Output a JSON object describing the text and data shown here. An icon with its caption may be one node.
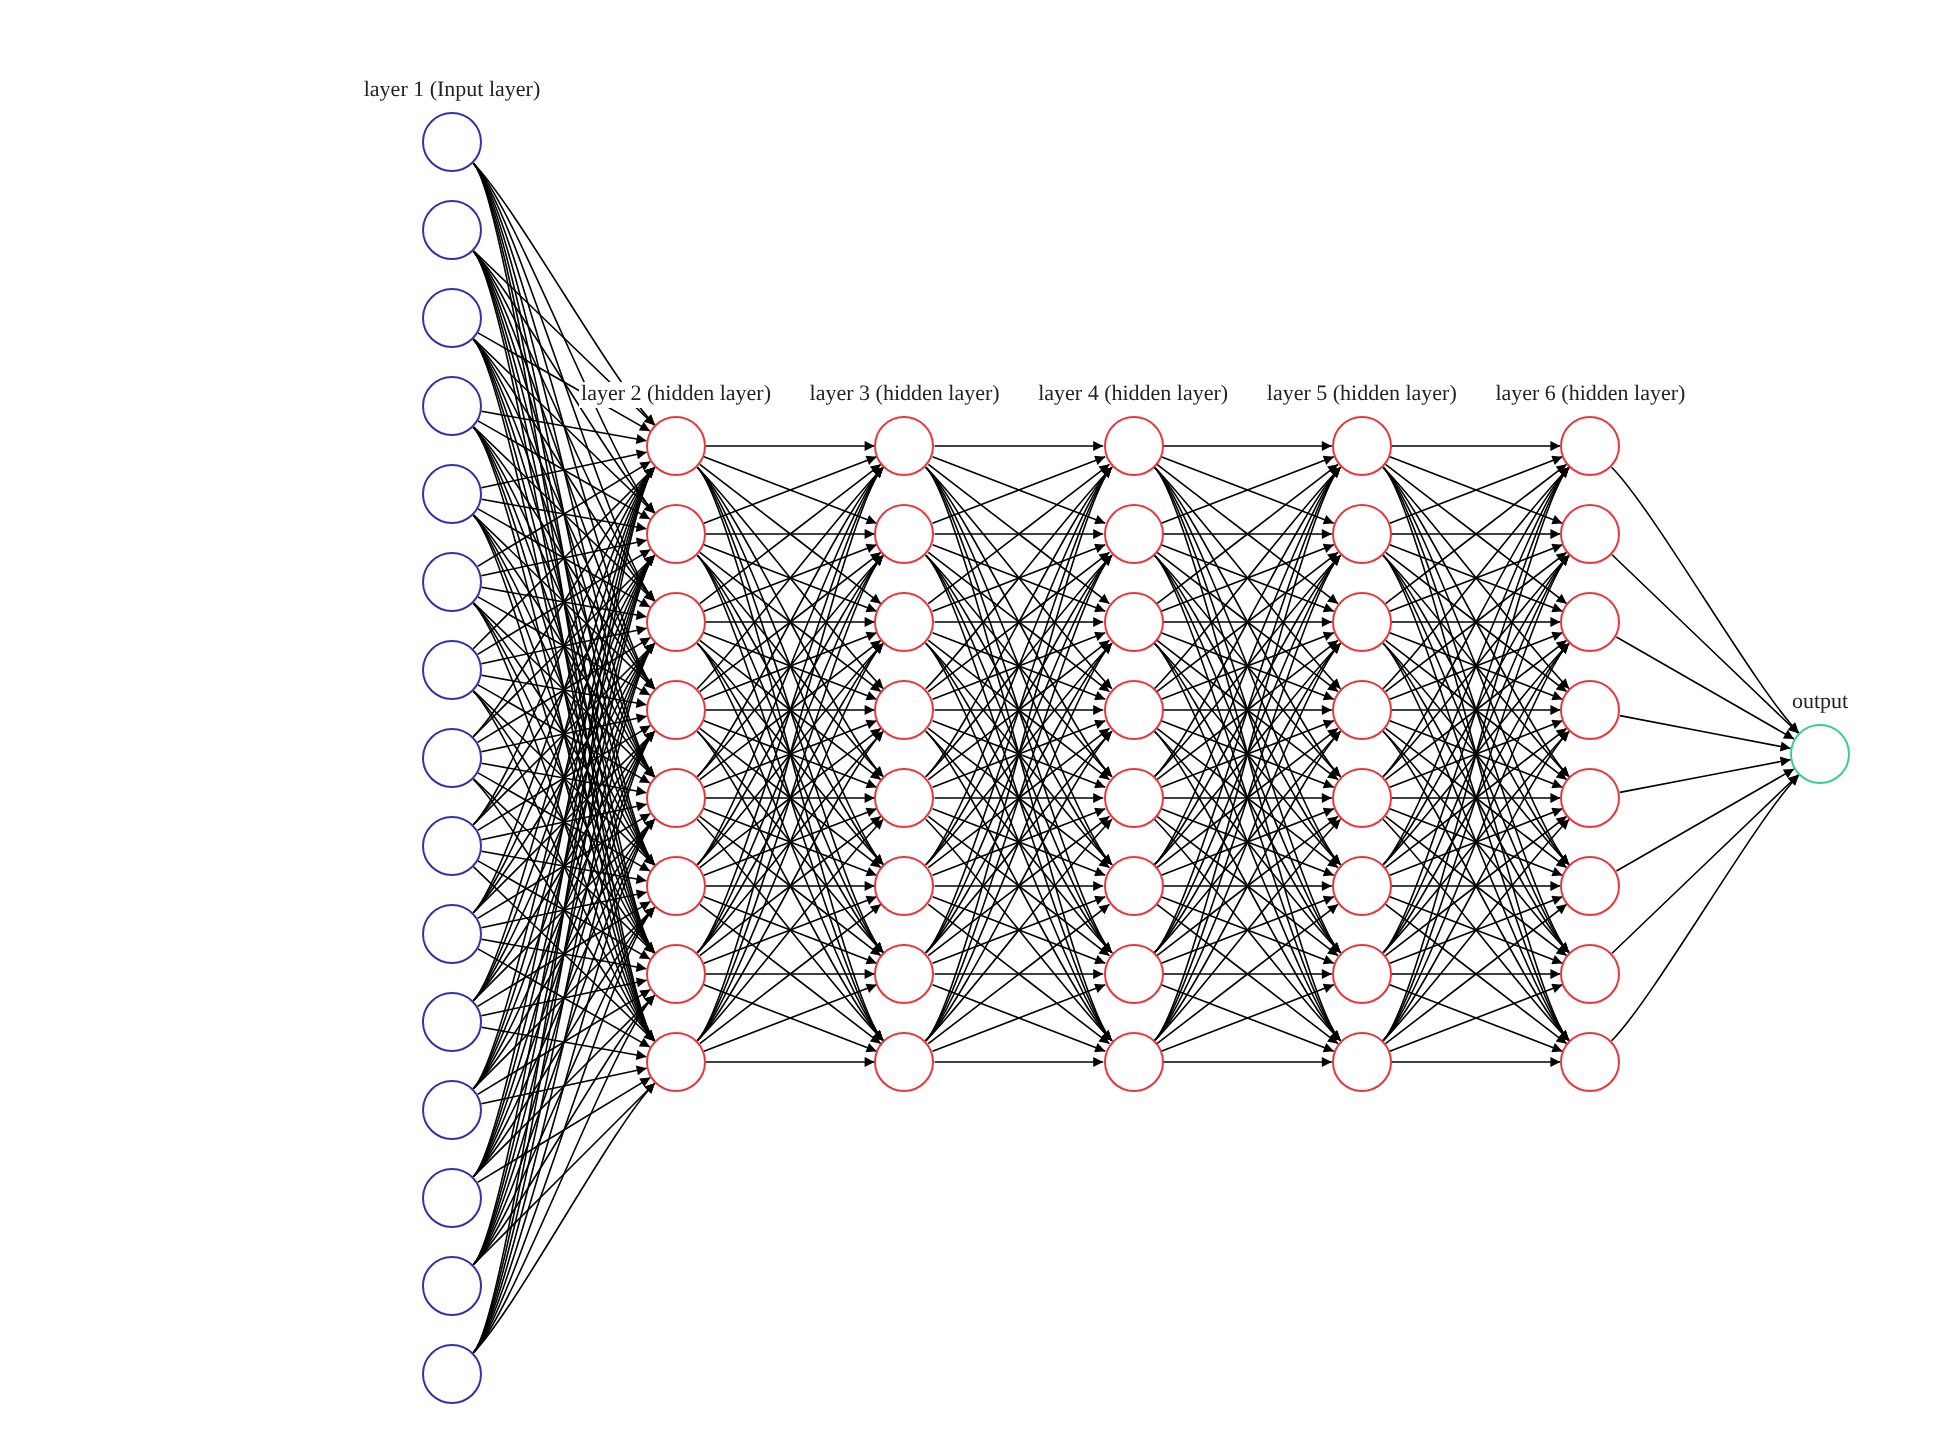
{
  "diagram": {
    "nodes": [
      {
        "text": [],
        "shape": "circle",
        "beside": [
          "layer 1 (Input layer)"
        ]
      },
      {
        "text": [],
        "shape": "circle"
      },
      {
        "text": [],
        "shape": "circle"
      },
      {
        "text": [],
        "shape": "circle"
      },
      {
        "text": [],
        "shape": "circle"
      },
      {
        "text": [],
        "shape": "circle"
      },
      {
        "text": [],
        "shape": "circle"
      },
      {
        "text": [],
        "shape": "circle"
      },
      {
        "text": [],
        "shape": "circle"
      },
      {
        "text": [],
        "shape": "circle"
      },
      {
        "text": [],
        "shape": "circle"
      },
      {
        "text": [],
        "shape": "circle"
      },
      {
        "text": [],
        "shape": "circle"
      },
      {
        "text": [],
        "shape": "circle"
      },
      {
        "text": [],
        "shape": "circle"
      },
      {
        "text": [],
        "shape": "circle",
        "beside": [
          "layer 2 (hidden layer)"
        ]
      },
      {
        "text": [],
        "shape": "circle"
      },
      {
        "text": [],
        "shape": "circle"
      },
      {
        "text": [],
        "shape": "circle"
      },
      {
        "text": [],
        "shape": "circle"
      },
      {
        "text": [],
        "shape": "circle"
      },
      {
        "text": [],
        "shape": "circle"
      },
      {
        "text": [],
        "shape": "circle"
      },
      {
        "text": [],
        "shape": "circle",
        "beside": [
          "layer 3 (hidden layer)"
        ]
      },
      {
        "text": [],
        "shape": "circle"
      },
      {
        "text": [],
        "shape": "circle"
      },
      {
        "text": [],
        "shape": "circle"
      },
      {
        "text": [],
        "shape": "circle"
      },
      {
        "text": [],
        "shape": "circle"
      },
      {
        "text": [],
        "shape": "circle"
      },
      {
        "text": [],
        "shape": "circle"
      },
      {
        "text": [],
        "shape": "circle",
        "beside": [
          "layer 4 (hidden layer)"
        ]
      },
      {
        "text": [],
        "shape": "circle"
      },
      {
        "text": [],
        "shape": "circle"
      },
      {
        "text": [],
        "shape": "circle"
      },
      {
        "text": [],
        "shape": "circle"
      },
      {
        "text": [],
        "shape": "circle"
      },
      {
        "text": [],
        "shape": "circle"
      },
      {
        "text": [],
        "shape": "circle"
      },
      {
        "text": [],
        "shape": "circle",
        "beside": [
          "layer 5 (hidden layer)"
        ]
      },
      {
        "text": [],
        "shape": "circle"
      },
      {
        "text": [],
        "shape": "circle"
      },
      {
        "text": [],
        "shape": "circle"
      },
      {
        "text": [],
        "shape": "circle"
      },
      {
        "text": [],
        "shape": "circle"
      },
      {
        "text": [],
        "shape": "circle"
      },
      {
        "text": [],
        "shape": "circle"
      },
      {
        "text": [],
        "shape": "circle",
        "beside": [
          "layer 6 (hidden layer)"
        ]
      },
      {
        "text": [],
        "shape": "circle"
      },
      {
        "text": [],
        "shape": "circle"
      },
      {
        "text": [],
        "shape": "circle"
      },
      {
        "text": [],
        "shape": "circle"
      },
      {
        "text": [],
        "shape": "circle"
      },
      {
        "text": [],
        "shape": "circle"
      },
      {
        "text": [],
        "shape": "circle"
      },
      {
        "text": [],
        "shape": "circle",
        "beside": [
          "output"
        ]
      }
    ],
    "edges": [
      {
        "from": 0,
        "to": 15,
        "arrow": "to"
      },
      {
        "from": 0,
        "to": 16,
        "arrow": "to"
      },
      {
        "from": 0,
        "to": 17,
        "arrow": "to"
      },
      {
        "from": 0,
        "to": 18,
        "arrow": "to"
      },
      {
        "from": 0,
        "to": 19,
        "arrow": "to"
      },
      {
        "from": 0,
        "to": 20,
        "arrow": "to"
      },
      {
        "from": 0,
        "to": 21,
        "arrow": "to"
      },
      {
        "from": 0,
        "to": 22,
        "arrow": "to"
      },
      {
        "from": 1,
        "to": 15,
        "arrow": "to"
      },
      {
        "from": 1,
        "to": 16,
        "arrow": "to"
      },
      {
        "from": 1,
        "to": 17,
        "arrow": "to"
      },
      {
        "from": 1,
        "to": 18,
        "arrow": "to"
      },
      {
        "from": 1,
        "to": 19,
        "arrow": "to"
      },
      {
        "from": 1,
        "to": 20,
        "arrow": "to"
      },
      {
        "from": 1,
        "to": 21,
        "arrow": "to"
      },
      {
        "from": 1,
        "to": 22,
        "arrow": "to"
      },
      {
        "from": 2,
        "to": 15,
        "arrow": "to"
      },
      {
        "from": 2,
        "to": 16,
        "arrow": "to"
      },
      {
        "from": 2,
        "to": 17,
        "arrow": "to"
      },
      {
        "from": 2,
        "to": 18,
        "arrow": "to"
      },
      {
        "from": 2,
        "to": 19,
        "arrow": "to"
      },
      {
        "from": 2,
        "to": 20,
        "arrow": "to"
      },
      {
        "from": 2,
        "to": 21,
        "arrow": "to"
      },
      {
        "from": 2,
        "to": 22,
        "arrow": "to"
      },
      {
        "from": 3,
        "to": 15,
        "arrow": "to"
      },
      {
        "from": 3,
        "to": 16,
        "arrow": "to"
      },
      {
        "from": 3,
        "to": 17,
        "arrow": "to"
      },
      {
        "from": 3,
        "to": 18,
        "arrow": "to"
      },
      {
        "from": 3,
        "to": 19,
        "arrow": "to"
      },
      {
        "from": 3,
        "to": 20,
        "arrow": "to"
      },
      {
        "from": 3,
        "to": 21,
        "arrow": "to"
      },
      {
        "from": 3,
        "to": 22,
        "arrow": "to"
      },
      {
        "from": 4,
        "to": 15,
        "arrow": "to"
      },
      {
        "from": 4,
        "to": 16,
        "arrow": "to"
      },
      {
        "from": 4,
        "to": 17,
        "arrow": "to"
      },
      {
        "from": 4,
        "to": 18,
        "arrow": "to"
      },
      {
        "from": 4,
        "to": 19,
        "arrow": "to"
      },
      {
        "from": 4,
        "to": 20,
        "arrow": "to"
      },
      {
        "from": 4,
        "to": 21,
        "arrow": "to"
      },
      {
        "from": 4,
        "to": 22,
        "arrow": "to"
      },
      {
        "from": 5,
        "to": 15,
        "arrow": "to"
      },
      {
        "from": 5,
        "to": 16,
        "arrow": "to"
      },
      {
        "from": 5,
        "to": 17,
        "arrow": "to"
      },
      {
        "from": 5,
        "to": 18,
        "arrow": "to"
      },
      {
        "from": 5,
        "to": 19,
        "arrow": "to"
      },
      {
        "from": 5,
        "to": 20,
        "arrow": "to"
      },
      {
        "from": 5,
        "to": 21,
        "arrow": "to"
      },
      {
        "from": 5,
        "to": 22,
        "arrow": "to"
      },
      {
        "from": 6,
        "to": 15,
        "arrow": "to"
      },
      {
        "from": 6,
        "to": 16,
        "arrow": "to"
      },
      {
        "from": 6,
        "to": 17,
        "arrow": "to"
      },
      {
        "from": 6,
        "to": 18,
        "arrow": "to"
      },
      {
        "from": 6,
        "to": 19,
        "arrow": "to"
      },
      {
        "from": 6,
        "to": 20,
        "arrow": "to"
      },
      {
        "from": 6,
        "to": 21,
        "arrow": "to"
      },
      {
        "from": 6,
        "to": 22,
        "arrow": "to"
      },
      {
        "from": 7,
        "to": 15,
        "arrow": "to"
      },
      {
        "from": 7,
        "to": 16,
        "arrow": "to"
      },
      {
        "from": 7,
        "to": 17,
        "arrow": "to"
      },
      {
        "from": 7,
        "to": 18,
        "arrow": "to"
      },
      {
        "from": 7,
        "to": 19,
        "arrow": "to"
      },
      {
        "from": 7,
        "to": 20,
        "arrow": "to"
      },
      {
        "from": 7,
        "to": 21,
        "arrow": "to"
      },
      {
        "from": 7,
        "to": 22,
        "arrow": "to"
      },
      {
        "from": 8,
        "to": 15,
        "arrow": "to"
      },
      {
        "from": 8,
        "to": 16,
        "arrow": "to"
      },
      {
        "from": 8,
        "to": 17,
        "arrow": "to"
      },
      {
        "from": 8,
        "to": 18,
        "arrow": "to"
      },
      {
        "from": 8,
        "to": 19,
        "arrow": "to"
      },
      {
        "from": 8,
        "to": 20,
        "arrow": "to"
      },
      {
        "from": 8,
        "to": 21,
        "arrow": "to"
      },
      {
        "from": 8,
        "to": 22,
        "arrow": "to"
      },
      {
        "from": 9,
        "to": 15,
        "arrow": "to"
      },
      {
        "from": 9,
        "to": 16,
        "arrow": "to"
      },
      {
        "from": 9,
        "to": 17,
        "arrow": "to"
      },
      {
        "from": 9,
        "to": 18,
        "arrow": "to"
      },
      {
        "from": 9,
        "to": 19,
        "arrow": "to"
      },
      {
        "from": 9,
        "to": 20,
        "arrow": "to"
      },
      {
        "from": 9,
        "to": 21,
        "arrow": "to"
      },
      {
        "from": 9,
        "to": 22,
        "arrow": "to"
      },
      {
        "from": 10,
        "to": 15,
        "arrow": "to"
      },
      {
        "from": 10,
        "to": 16,
        "arrow": "to"
      },
      {
        "from": 10,
        "to": 17,
        "arrow": "to"
      },
      {
        "from": 10,
        "to": 18,
        "arrow": "to"
      },
      {
        "from": 10,
        "to": 19,
        "arrow": "to"
      },
      {
        "from": 10,
        "to": 20,
        "arrow": "to"
      },
      {
        "from": 10,
        "to": 21,
        "arrow": "to"
      },
      {
        "from": 10,
        "to": 22,
        "arrow": "to"
      },
      {
        "from": 11,
        "to": 15,
        "arrow": "to"
      },
      {
        "from": 11,
        "to": 16,
        "arrow": "to"
      },
      {
        "from": 11,
        "to": 17,
        "arrow": "to"
      },
      {
        "from": 11,
        "to": 18,
        "arrow": "to"
      },
      {
        "from": 11,
        "to": 19,
        "arrow": "to"
      },
      {
        "from": 11,
        "to": 20,
        "arrow": "to"
      },
      {
        "from": 11,
        "to": 21,
        "arrow": "to"
      },
      {
        "from": 11,
        "to": 22,
        "arrow": "to"
      },
      {
        "from": 12,
        "to": 15,
        "arrow": "to"
      },
      {
        "from": 12,
        "to": 16,
        "arrow": "to"
      },
      {
        "from": 12,
        "to": 17,
        "arrow": "to"
      },
      {
        "from": 12,
        "to": 18,
        "arrow": "to"
      },
      {
        "from": 12,
        "to": 19,
        "arrow": "to"
      },
      {
        "from": 12,
        "to": 20,
        "arrow": "to"
      },
      {
        "from": 12,
        "to": 21,
        "arrow": "to"
      },
      {
        "from": 12,
        "to": 22,
        "arrow": "to"
      },
      {
        "from": 13,
        "to": 15,
        "arrow": "to"
      },
      {
        "from": 13,
        "to": 16,
        "arrow": "to"
      },
      {
        "from": 13,
        "to": 17,
        "arrow": "to"
      },
      {
        "from": 13,
        "to": 18,
        "arrow": "to"
      },
      {
        "from": 13,
        "to": 19,
        "arrow": "to"
      },
      {
        "from": 13,
        "to": 20,
        "arrow": "to"
      },
      {
        "from": 13,
        "to": 21,
        "arrow": "to"
      },
      {
        "from": 13,
        "to": 22,
        "arrow": "to"
      },
      {
        "from": 14,
        "to": 15,
        "arrow": "to"
      },
      {
        "from": 14,
        "to": 16,
        "arrow": "to"
      },
      {
        "from": 14,
        "to": 17,
        "arrow": "to"
      },
      {
        "from": 14,
        "to": 18,
        "arrow": "to"
      },
      {
        "from": 14,
        "to": 19,
        "arrow": "to"
      },
      {
        "from": 14,
        "to": 20,
        "arrow": "to"
      },
      {
        "from": 14,
        "to": 21,
        "arrow": "to"
      },
      {
        "from": 14,
        "to": 22,
        "arrow": "to"
      },
      {
        "from": 15,
        "to": 23,
        "arrow": "to"
      },
      {
        "from": 15,
        "to": 24,
        "arrow": "to"
      },
      {
        "from": 15,
        "to": 25,
        "arrow": "to"
      },
      {
        "from": 15,
        "to": 26,
        "arrow": "to"
      },
      {
        "from": 15,
        "to": 27,
        "arrow": "to"
      },
      {
        "from": 15,
        "to": 28,
        "arrow": "to"
      },
      {
        "from": 15,
        "to": 29,
        "arrow": "to"
      },
      {
        "from": 15,
        "to": 30,
        "arrow": "to"
      },
      {
        "from": 16,
        "to": 23,
        "arrow": "to"
      },
      {
        "from": 16,
        "to": 24,
        "arrow": "to"
      },
      {
        "from": 16,
        "to": 25,
        "arrow": "to"
      },
      {
        "from": 16,
        "to": 26,
        "arrow": "to"
      },
      {
        "from": 16,
        "to": 27,
        "arrow": "to"
      },
      {
        "from": 16,
        "to": 28,
        "arrow": "to"
      },
      {
        "from": 16,
        "to": 29,
        "arrow": "to"
      },
      {
        "from": 16,
        "to": 30,
        "arrow": "to"
      },
      {
        "from": 17,
        "to": 23,
        "arrow": "to"
      },
      {
        "from": 17,
        "to": 24,
        "arrow": "to"
      },
      {
        "from": 17,
        "to": 25,
        "arrow": "to"
      },
      {
        "from": 17,
        "to": 26,
        "arrow": "to"
      },
      {
        "from": 17,
        "to": 27,
        "arrow": "to"
      },
      {
        "from": 17,
        "to": 28,
        "arrow": "to"
      },
      {
        "from": 17,
        "to": 29,
        "arrow": "to"
      },
      {
        "from": 17,
        "to": 30,
        "arrow": "to"
      },
      {
        "from": 18,
        "to": 23,
        "arrow": "to"
      },
      {
        "from": 18,
        "to": 24,
        "arrow": "to"
      },
      {
        "from": 18,
        "to": 25,
        "arrow": "to"
      },
      {
        "from": 18,
        "to": 26,
        "arrow": "to"
      },
      {
        "from": 18,
        "to": 27,
        "arrow": "to"
      },
      {
        "from": 18,
        "to": 28,
        "arrow": "to"
      },
      {
        "from": 18,
        "to": 29,
        "arrow": "to"
      },
      {
        "from": 18,
        "to": 30,
        "arrow": "to"
      },
      {
        "from": 19,
        "to": 23,
        "arrow": "to"
      },
      {
        "from": 19,
        "to": 24,
        "arrow": "to"
      },
      {
        "from": 19,
        "to": 25,
        "arrow": "to"
      },
      {
        "from": 19,
        "to": 26,
        "arrow": "to"
      },
      {
        "from": 19,
        "to": 27,
        "arrow": "to"
      },
      {
        "from": 19,
        "to": 28,
        "arrow": "to"
      },
      {
        "from": 19,
        "to": 29,
        "arrow": "to"
      },
      {
        "from": 19,
        "to": 30,
        "arrow": "to"
      },
      {
        "from": 20,
        "to": 23,
        "arrow": "to"
      },
      {
        "from": 20,
        "to": 24,
        "arrow": "to"
      },
      {
        "from": 20,
        "to": 25,
        "arrow": "to"
      },
      {
        "from": 20,
        "to": 26,
        "arrow": "to"
      },
      {
        "from": 20,
        "to": 27,
        "arrow": "to"
      },
      {
        "from": 20,
        "to": 28,
        "arrow": "to"
      },
      {
        "from": 20,
        "to": 29,
        "arrow": "to"
      },
      {
        "from": 20,
        "to": 30,
        "arrow": "to"
      },
      {
        "from": 21,
        "to": 23,
        "arrow": "to"
      },
      {
        "from": 21,
        "to": 24,
        "arrow": "to"
      },
      {
        "from": 21,
        "to": 25,
        "arrow": "to"
      },
      {
        "from": 21,
        "to": 26,
        "arrow": "to"
      },
      {
        "from": 21,
        "to": 27,
        "arrow": "to"
      },
      {
        "from": 21,
        "to": 28,
        "arrow": "to"
      },
      {
        "from": 21,
        "to": 29,
        "arrow": "to"
      },
      {
        "from": 21,
        "to": 30,
        "arrow": "to"
      },
      {
        "from": 22,
        "to": 23,
        "arrow": "to"
      },
      {
        "from": 22,
        "to": 24,
        "arrow": "to"
      },
      {
        "from": 22,
        "to": 25,
        "arrow": "to"
      },
      {
        "from": 22,
        "to": 26,
        "arrow": "to"
      },
      {
        "from": 22,
        "to": 27,
        "arrow": "to"
      },
      {
        "from": 22,
        "to": 28,
        "arrow": "to"
      },
      {
        "from": 22,
        "to": 29,
        "arrow": "to"
      },
      {
        "from": 22,
        "to": 30,
        "arrow": "to"
      },
      {
        "from": 23,
        "to": 31,
        "arrow": "to"
      },
      {
        "from": 23,
        "to": 32,
        "arrow": "to"
      },
      {
        "from": 23,
        "to": 33,
        "arrow": "to"
      },
      {
        "from": 23,
        "to": 34,
        "arrow": "to"
      },
      {
        "from": 23,
        "to": 35,
        "arrow": "to"
      },
      {
        "from": 23,
        "to": 36,
        "arrow": "to"
      },
      {
        "from": 23,
        "to": 37,
        "arrow": "to"
      },
      {
        "from": 23,
        "to": 38,
        "arrow": "to"
      },
      {
        "from": 24,
        "to": 31,
        "arrow": "to"
      },
      {
        "from": 24,
        "to": 32,
        "arrow": "to"
      },
      {
        "from": 24,
        "to": 33,
        "arrow": "to"
      },
      {
        "from": 24,
        "to": 34,
        "arrow": "to"
      },
      {
        "from": 24,
        "to": 35,
        "arrow": "to"
      },
      {
        "from": 24,
        "to": 36,
        "arrow": "to"
      },
      {
        "from": 24,
        "to": 37,
        "arrow": "to"
      },
      {
        "from": 24,
        "to": 38,
        "arrow": "to"
      },
      {
        "from": 25,
        "to": 31,
        "arrow": "to"
      },
      {
        "from": 25,
        "to": 32,
        "arrow": "to"
      },
      {
        "from": 25,
        "to": 33,
        "arrow": "to"
      },
      {
        "from": 25,
        "to": 34,
        "arrow": "to"
      },
      {
        "from": 25,
        "to": 35,
        "arrow": "to"
      },
      {
        "from": 25,
        "to": 36,
        "arrow": "to"
      },
      {
        "from": 25,
        "to": 37,
        "arrow": "to"
      },
      {
        "from": 25,
        "to": 38,
        "arrow": "to"
      },
      {
        "from": 26,
        "to": 31,
        "arrow": "to"
      },
      {
        "from": 26,
        "to": 32,
        "arrow": "to"
      },
      {
        "from": 26,
        "to": 33,
        "arrow": "to"
      },
      {
        "from": 26,
        "to": 34,
        "arrow": "to"
      },
      {
        "from": 26,
        "to": 35,
        "arrow": "to"
      },
      {
        "from": 26,
        "to": 36,
        "arrow": "to"
      },
      {
        "from": 26,
        "to": 37,
        "arrow": "to"
      },
      {
        "from": 26,
        "to": 38,
        "arrow": "to"
      },
      {
        "from": 27,
        "to": 31,
        "arrow": "to"
      },
      {
        "from": 27,
        "to": 32,
        "arrow": "to"
      },
      {
        "from": 27,
        "to": 33,
        "arrow": "to"
      },
      {
        "from": 27,
        "to": 34,
        "arrow": "to"
      },
      {
        "from": 27,
        "to": 35,
        "arrow": "to"
      },
      {
        "from": 27,
        "to": 36,
        "arrow": "to"
      },
      {
        "from": 27,
        "to": 37,
        "arrow": "to"
      },
      {
        "from": 27,
        "to": 38,
        "arrow": "to"
      },
      {
        "from": 28,
        "to": 31,
        "arrow": "to"
      },
      {
        "from": 28,
        "to": 32,
        "arrow": "to"
      },
      {
        "from": 28,
        "to": 33,
        "arrow": "to"
      },
      {
        "from": 28,
        "to": 34,
        "arrow": "to"
      },
      {
        "from": 28,
        "to": 35,
        "arrow": "to"
      },
      {
        "from": 28,
        "to": 36,
        "arrow": "to"
      },
      {
        "from": 28,
        "to": 37,
        "arrow": "to"
      },
      {
        "from": 28,
        "to": 38,
        "arrow": "to"
      },
      {
        "from": 29,
        "to": 31,
        "arrow": "to"
      },
      {
        "from": 29,
        "to": 32,
        "arrow": "to"
      },
      {
        "from": 29,
        "to": 33,
        "arrow": "to"
      },
      {
        "from": 29,
        "to": 34,
        "arrow": "to"
      },
      {
        "from": 29,
        "to": 35,
        "arrow": "to"
      },
      {
        "from": 29,
        "to": 36,
        "arrow": "to"
      },
      {
        "from": 29,
        "to": 37,
        "arrow": "to"
      },
      {
        "from": 29,
        "to": 38,
        "arrow": "to"
      },
      {
        "from": 30,
        "to": 31,
        "arrow": "to"
      },
      {
        "from": 30,
        "to": 32,
        "arrow": "to"
      },
      {
        "from": 30,
        "to": 33,
        "arrow": "to"
      },
      {
        "from": 30,
        "to": 34,
        "arrow": "to"
      },
      {
        "from": 30,
        "to": 35,
        "arrow": "to"
      },
      {
        "from": 30,
        "to": 36,
        "arrow": "to"
      },
      {
        "from": 30,
        "to": 37,
        "arrow": "to"
      },
      {
        "from": 30,
        "to": 38,
        "arrow": "to"
      },
      {
        "from": 31,
        "to": 39,
        "arrow": "to"
      },
      {
        "from": 31,
        "to": 40,
        "arrow": "to"
      },
      {
        "from": 31,
        "to": 41,
        "arrow": "to"
      },
      {
        "from": 31,
        "to": 42,
        "arrow": "to"
      },
      {
        "from": 31,
        "to": 43,
        "arrow": "to"
      },
      {
        "from": 31,
        "to": 44,
        "arrow": "to"
      },
      {
        "from": 31,
        "to": 45,
        "arrow": "to"
      },
      {
        "from": 31,
        "to": 46,
        "arrow": "to"
      },
      {
        "from": 32,
        "to": 39,
        "arrow": "to"
      },
      {
        "from": 32,
        "to": 40,
        "arrow": "to"
      },
      {
        "from": 32,
        "to": 41,
        "arrow": "to"
      },
      {
        "from": 32,
        "to": 42,
        "arrow": "to"
      },
      {
        "from": 32,
        "to": 43,
        "arrow": "to"
      },
      {
        "from": 32,
        "to": 44,
        "arrow": "to"
      },
      {
        "from": 32,
        "to": 45,
        "arrow": "to"
      },
      {
        "from": 32,
        "to": 46,
        "arrow": "to"
      },
      {
        "from": 33,
        "to": 39,
        "arrow": "to"
      },
      {
        "from": 33,
        "to": 40,
        "arrow": "to"
      },
      {
        "from": 33,
        "to": 41,
        "arrow": "to"
      },
      {
        "from": 33,
        "to": 42,
        "arrow": "to"
      },
      {
        "from": 33,
        "to": 43,
        "arrow": "to"
      },
      {
        "from": 33,
        "to": 44,
        "arrow": "to"
      },
      {
        "from": 33,
        "to": 45,
        "arrow": "to"
      },
      {
        "from": 33,
        "to": 46,
        "arrow": "to"
      },
      {
        "from": 34,
        "to": 39,
        "arrow": "to"
      },
      {
        "from": 34,
        "to": 40,
        "arrow": "to"
      },
      {
        "from": 34,
        "to": 41,
        "arrow": "to"
      },
      {
        "from": 34,
        "to": 42,
        "arrow": "to"
      },
      {
        "from": 34,
        "to": 43,
        "arrow": "to"
      },
      {
        "from": 34,
        "to": 44,
        "arrow": "to"
      },
      {
        "from": 34,
        "to": 45,
        "arrow": "to"
      },
      {
        "from": 34,
        "to": 46,
        "arrow": "to"
      },
      {
        "from": 35,
        "to": 39,
        "arrow": "to"
      },
      {
        "from": 35,
        "to": 40,
        "arrow": "to"
      },
      {
        "from": 35,
        "to": 41,
        "arrow": "to"
      },
      {
        "from": 35,
        "to": 42,
        "arrow": "to"
      },
      {
        "from": 35,
        "to": 43,
        "arrow": "to"
      },
      {
        "from": 35,
        "to": 44,
        "arrow": "to"
      },
      {
        "from": 35,
        "to": 45,
        "arrow": "to"
      },
      {
        "from": 35,
        "to": 46,
        "arrow": "to"
      },
      {
        "from": 36,
        "to": 39,
        "arrow": "to"
      },
      {
        "from": 36,
        "to": 40,
        "arrow": "to"
      },
      {
        "from": 36,
        "to": 41,
        "arrow": "to"
      },
      {
        "from": 36,
        "to": 42,
        "arrow": "to"
      },
      {
        "from": 36,
        "to": 43,
        "arrow": "to"
      },
      {
        "from": 36,
        "to": 44,
        "arrow": "to"
      },
      {
        "from": 36,
        "to": 45,
        "arrow": "to"
      },
      {
        "from": 36,
        "to": 46,
        "arrow": "to"
      },
      {
        "from": 37,
        "to": 39,
        "arrow": "to"
      },
      {
        "from": 37,
        "to": 40,
        "arrow": "to"
      },
      {
        "from": 37,
        "to": 41,
        "arrow": "to"
      },
      {
        "from": 37,
        "to": 42,
        "arrow": "to"
      },
      {
        "from": 37,
        "to": 43,
        "arrow": "to"
      },
      {
        "from": 37,
        "to": 44,
        "arrow": "to"
      },
      {
        "from": 37,
        "to": 45,
        "arrow": "to"
      },
      {
        "from": 37,
        "to": 46,
        "arrow": "to"
      },
      {
        "from": 38,
        "to": 39,
        "arrow": "to"
      },
      {
        "from": 38,
        "to": 40,
        "arrow": "to"
      },
      {
        "from": 38,
        "to": 41,
        "arrow": "to"
      },
      {
        "from": 38,
        "to": 42,
        "arrow": "to"
      },
      {
        "from": 38,
        "to": 43,
        "arrow": "to"
      },
      {
        "from": 38,
        "to": 44,
        "arrow": "to"
      },
      {
        "from": 38,
        "to": 45,
        "arrow": "to"
      },
      {
        "from": 38,
        "to": 46,
        "arrow": "to"
      },
      {
        "from": 39,
        "to": 47,
        "arrow": "to"
      },
      {
        "from": 39,
        "to": 48,
        "arrow": "to"
      },
      {
        "from": 39,
        "to": 49,
        "arrow": "to"
      },
      {
        "from": 39,
        "to": 50,
        "arrow": "to"
      },
      {
        "from": 39,
        "to": 51,
        "arrow": "to"
      },
      {
        "from": 39,
        "to": 52,
        "arrow": "to"
      },
      {
        "from": 39,
        "to": 53,
        "arrow": "to"
      },
      {
        "from": 39,
        "to": 54,
        "arrow": "to"
      },
      {
        "from": 40,
        "to": 47,
        "arrow": "to"
      },
      {
        "from": 40,
        "to": 48,
        "arrow": "to"
      },
      {
        "from": 40,
        "to": 49,
        "arrow": "to"
      },
      {
        "from": 40,
        "to": 50,
        "arrow": "to"
      },
      {
        "from": 40,
        "to": 51,
        "arrow": "to"
      },
      {
        "from": 40,
        "to": 52,
        "arrow": "to"
      },
      {
        "from": 40,
        "to": 53,
        "arrow": "to"
      },
      {
        "from": 40,
        "to": 54,
        "arrow": "to"
      },
      {
        "from": 41,
        "to": 47,
        "arrow": "to"
      },
      {
        "from": 41,
        "to": 48,
        "arrow": "to"
      },
      {
        "from": 41,
        "to": 49,
        "arrow": "to"
      },
      {
        "from": 41,
        "to": 50,
        "arrow": "to"
      },
      {
        "from": 41,
        "to": 51,
        "arrow": "to"
      },
      {
        "from": 41,
        "to": 52,
        "arrow": "to"
      },
      {
        "from": 41,
        "to": 53,
        "arrow": "to"
      },
      {
        "from": 41,
        "to": 54,
        "arrow": "to"
      },
      {
        "from": 42,
        "to": 47,
        "arrow": "to"
      },
      {
        "from": 42,
        "to": 48,
        "arrow": "to"
      },
      {
        "from": 42,
        "to": 49,
        "arrow": "to"
      },
      {
        "from": 42,
        "to": 50,
        "arrow": "to"
      },
      {
        "from": 42,
        "to": 51,
        "arrow": "to"
      },
      {
        "from": 42,
        "to": 52,
        "arrow": "to"
      },
      {
        "from": 42,
        "to": 53,
        "arrow": "to"
      },
      {
        "from": 42,
        "to": 54,
        "arrow": "to"
      },
      {
        "from": 43,
        "to": 47,
        "arrow": "to"
      },
      {
        "from": 43,
        "to": 48,
        "arrow": "to"
      },
      {
        "from": 43,
        "to": 49,
        "arrow": "to"
      },
      {
        "from": 43,
        "to": 50,
        "arrow": "to"
      },
      {
        "from": 43,
        "to": 51,
        "arrow": "to"
      },
      {
        "from": 43,
        "to": 52,
        "arrow": "to"
      },
      {
        "from": 43,
        "to": 53,
        "arrow": "to"
      },
      {
        "from": 43,
        "to": 54,
        "arrow": "to"
      },
      {
        "from": 44,
        "to": 47,
        "arrow": "to"
      },
      {
        "from": 44,
        "to": 48,
        "arrow": "to"
      },
      {
        "from": 44,
        "to": 49,
        "arrow": "to"
      },
      {
        "from": 44,
        "to": 50,
        "arrow": "to"
      },
      {
        "from": 44,
        "to": 51,
        "arrow": "to"
      },
      {
        "from": 44,
        "to": 52,
        "arrow": "to"
      },
      {
        "from": 44,
        "to": 53,
        "arrow": "to"
      },
      {
        "from": 44,
        "to": 54,
        "arrow": "to"
      },
      {
        "from": 45,
        "to": 47,
        "arrow": "to"
      },
      {
        "from": 45,
        "to": 48,
        "arrow": "to"
      },
      {
        "from": 45,
        "to": 49,
        "arrow": "to"
      },
      {
        "from": 45,
        "to": 50,
        "arrow": "to"
      },
      {
        "from": 45,
        "to": 51,
        "arrow": "to"
      },
      {
        "from": 45,
        "to": 52,
        "arrow": "to"
      },
      {
        "from": 45,
        "to": 53,
        "arrow": "to"
      },
      {
        "from": 45,
        "to": 54,
        "arrow": "to"
      },
      {
        "from": 46,
        "to": 47,
        "arrow": "to"
      },
      {
        "from": 46,
        "to": 48,
        "arrow": "to"
      },
      {
        "from": 46,
        "to": 49,
        "arrow": "to"
      },
      {
        "from": 46,
        "to": 50,
        "arrow": "to"
      },
      {
        "from": 46,
        "to": 51,
        "arrow": "to"
      },
      {
        "from": 46,
        "to": 52,
        "arrow": "to"
      },
      {
        "from": 46,
        "to": 53,
        "arrow": "to"
      },
      {
        "from": 46,
        "to": 54,
        "arrow": "to"
      },
      {
        "from": 47,
        "to": 55,
        "arrow": "to"
      },
      {
        "from": 48,
        "to": 55,
        "arrow": "to"
      },
      {
        "from": 49,
        "to": 55,
        "arrow": "to"
      },
      {
        "from": 50,
        "to": 55,
        "arrow": "to"
      },
      {
        "from": 51,
        "to": 55,
        "arrow": "to"
      },
      {
        "from": 52,
        "to": 55,
        "arrow": "to"
      },
      {
        "from": 53,
        "to": 55,
        "arrow": "to"
      },
      {
        "from": 54,
        "to": 55,
        "arrow": "to"
      }
    ]
  }
}
